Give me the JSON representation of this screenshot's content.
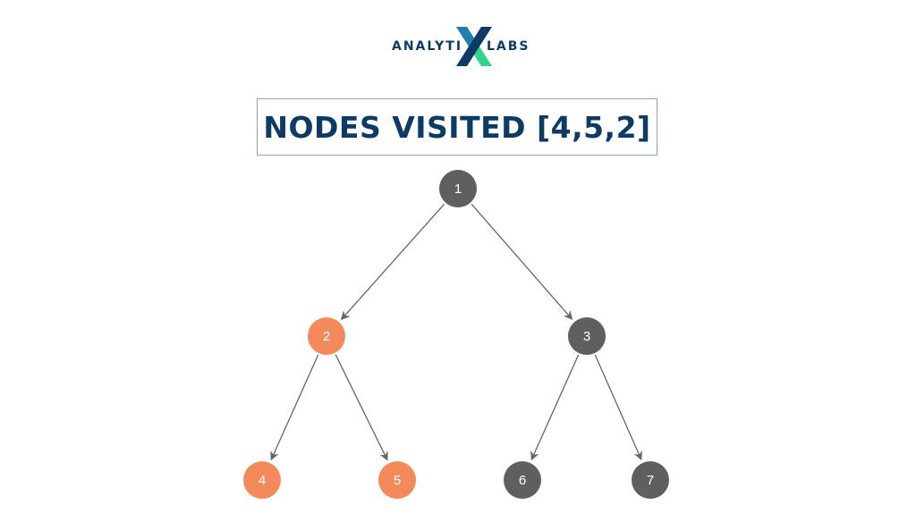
{
  "logo": {
    "left_text": "ANALYTI",
    "mark": "X",
    "right_text": "LABS"
  },
  "title": "NODES VISITED [4,5,2]",
  "colors": {
    "visited": "#f48a5b",
    "unvisited": "#5f5f5f",
    "edge": "#666666",
    "title": "#0c3b66",
    "logo_dark": "#0c3b66",
    "logo_green": "#2ed58a"
  },
  "nodes": [
    {
      "id": "1",
      "label": "1",
      "visited": false
    },
    {
      "id": "2",
      "label": "2",
      "visited": true
    },
    {
      "id": "3",
      "label": "3",
      "visited": false
    },
    {
      "id": "4",
      "label": "4",
      "visited": true
    },
    {
      "id": "5",
      "label": "5",
      "visited": true
    },
    {
      "id": "6",
      "label": "6",
      "visited": false
    },
    {
      "id": "7",
      "label": "7",
      "visited": false
    }
  ],
  "edges": [
    {
      "from": "1",
      "to": "2"
    },
    {
      "from": "1",
      "to": "3"
    },
    {
      "from": "2",
      "to": "4"
    },
    {
      "from": "2",
      "to": "5"
    },
    {
      "from": "3",
      "to": "6"
    },
    {
      "from": "3",
      "to": "7"
    }
  ]
}
